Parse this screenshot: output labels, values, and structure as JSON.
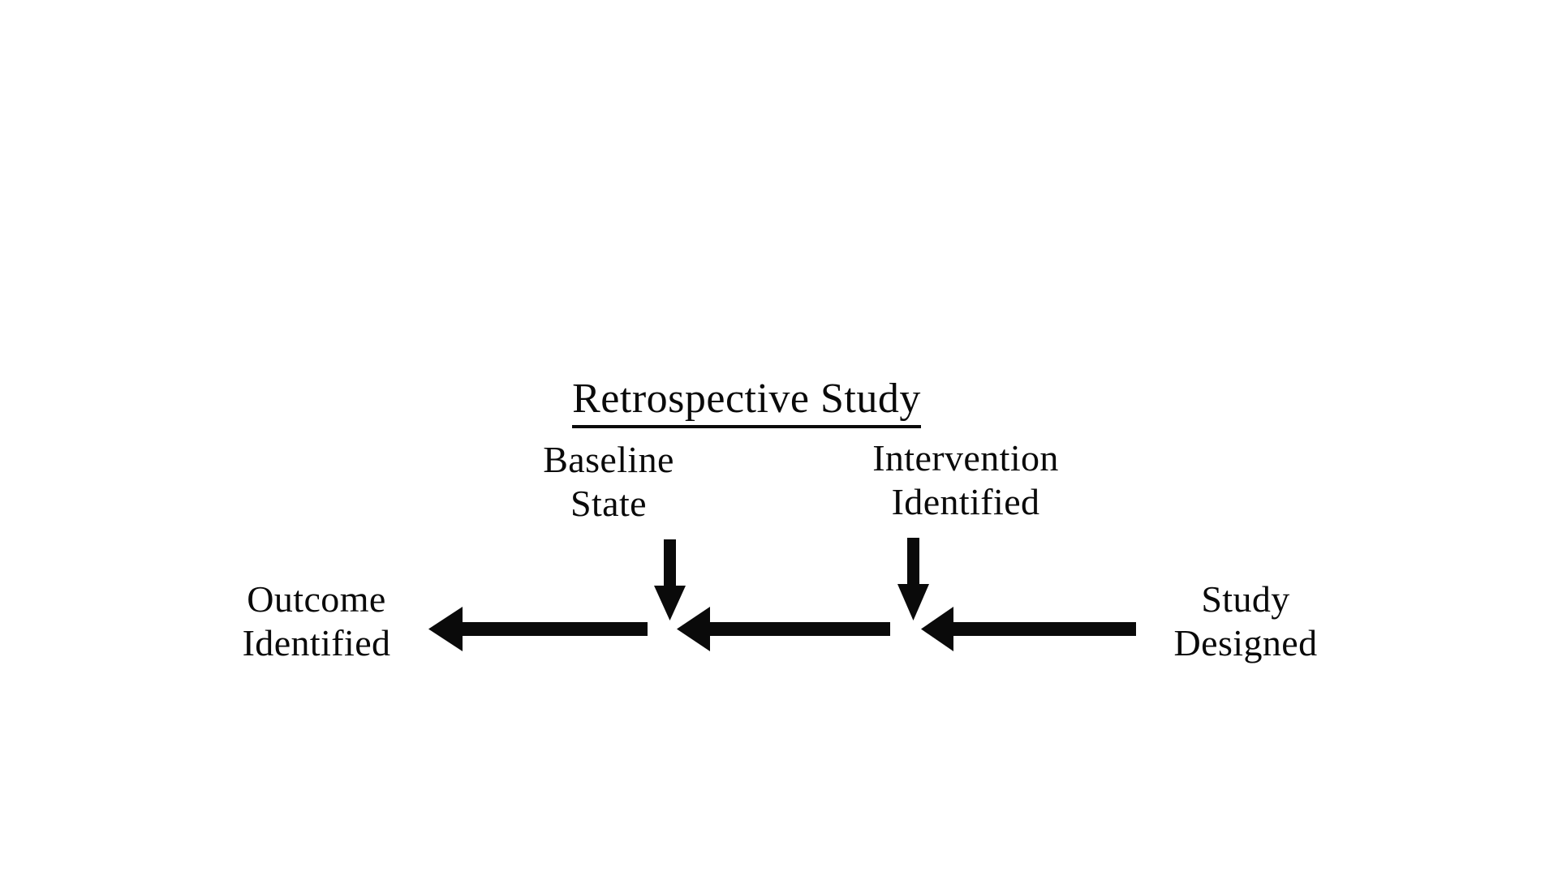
{
  "diagram": {
    "title": "Retrospective Study",
    "type": "flow-diagram",
    "background_color": "#ffffff",
    "ink_color": "#0a0a0a",
    "nodes": [
      {
        "id": "baseline-state",
        "line1": "Baseline",
        "line2": "State",
        "position": "top-center-left"
      },
      {
        "id": "intervention-identified",
        "line1": "Intervention",
        "line2": "Identified",
        "position": "top-center-right"
      },
      {
        "id": "outcome-identified",
        "line1": "Outcome",
        "line2": "Identified",
        "position": "left-end"
      },
      {
        "id": "study-designed",
        "line1": "Study",
        "line2": "Designed",
        "position": "right-start"
      }
    ],
    "arrows": [
      {
        "id": "arrow-study-to-intervention",
        "direction": "left",
        "from": "study-designed",
        "to": "intervention-junction"
      },
      {
        "id": "arrow-intervention-to-baseline",
        "direction": "left",
        "from": "intervention-junction",
        "to": "baseline-junction"
      },
      {
        "id": "arrow-baseline-to-outcome",
        "direction": "left",
        "from": "baseline-junction",
        "to": "outcome-identified"
      },
      {
        "id": "arrow-baseline-down",
        "direction": "down",
        "from": "baseline-state",
        "to": "baseline-junction"
      },
      {
        "id": "arrow-intervention-down",
        "direction": "down",
        "from": "intervention-identified",
        "to": "intervention-junction"
      }
    ]
  }
}
